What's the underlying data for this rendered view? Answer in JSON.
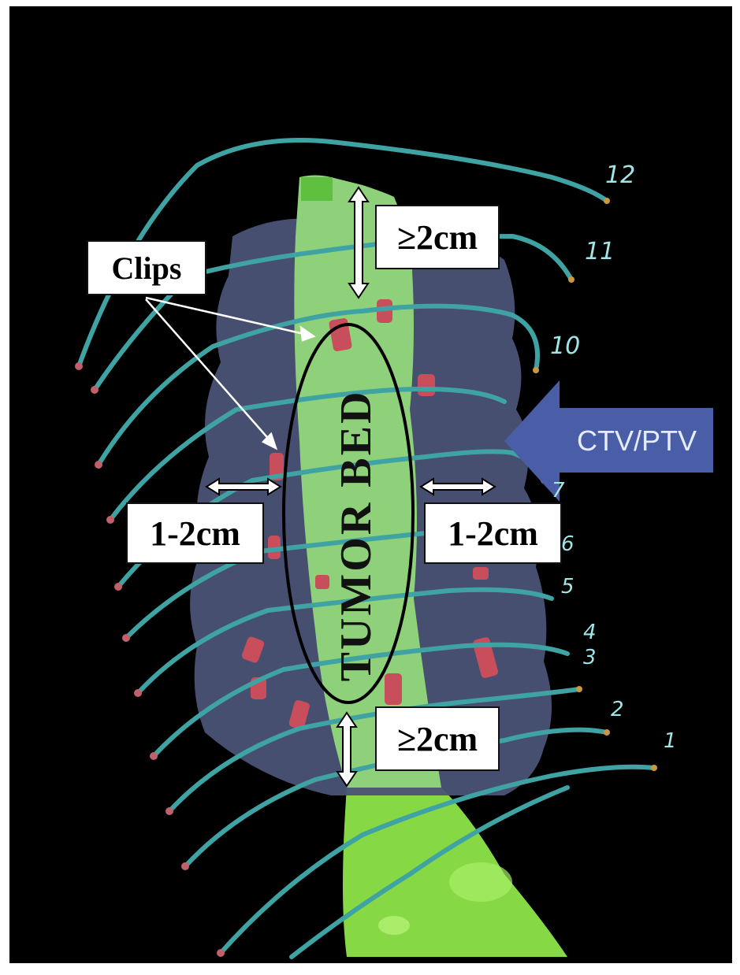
{
  "labels": {
    "clips": "Clips",
    "margin_top": "≥2cm",
    "margin_bottom": "≥2cm",
    "margin_left": "1-2cm",
    "margin_right": "1-2cm",
    "tumor_bed": "TUMOR BED",
    "ctv_ptv": "CTV/PTV"
  },
  "catheter_numbers": [
    "12",
    "11",
    "10",
    "7",
    "6",
    "5",
    "4",
    "3",
    "2",
    "1"
  ],
  "colors": {
    "background": "#000000",
    "frame": "#ffffff",
    "ctv_volume": "#4a5275",
    "tumor_bed_volume": "#8fd17a",
    "lower_structure": "#8ee04a",
    "catheter": "#3fa3a3",
    "catheter_tip": "#c0606a",
    "clip": "#c84e5c",
    "ctv_arrow": "#4a5ea8",
    "catheter_number": "#9fe6e6"
  }
}
